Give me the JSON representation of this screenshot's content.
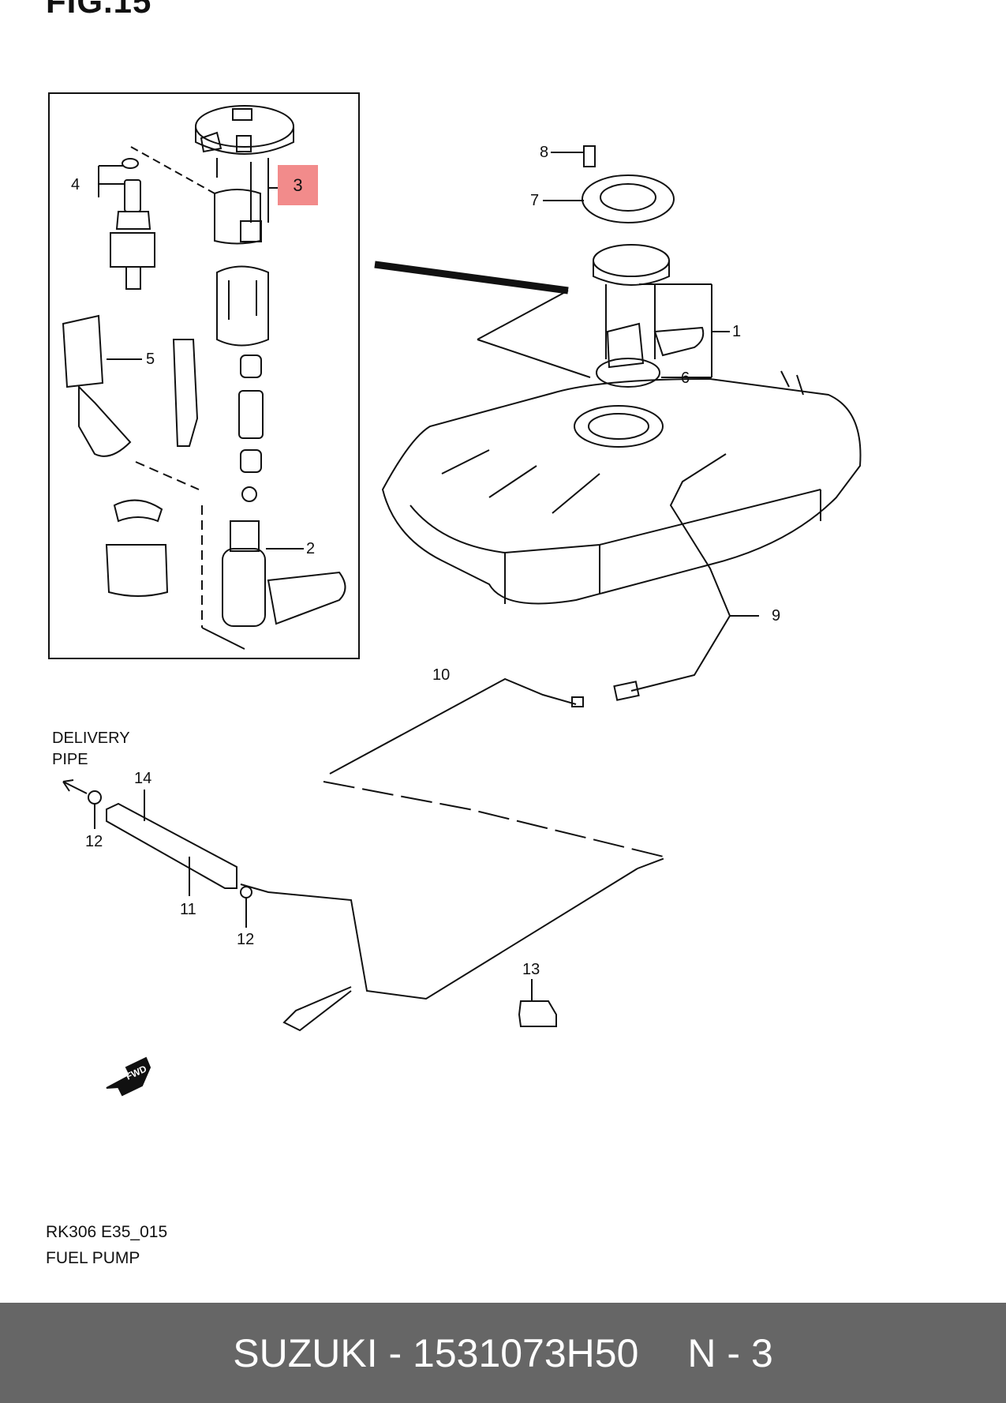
{
  "figure_title": "FIG.15",
  "callouts": {
    "c1": "1",
    "c2": "2",
    "c3": "3",
    "c4": "4",
    "c5": "5",
    "c6": "6",
    "c7": "7",
    "c8": "8",
    "c9": "9",
    "c10": "10",
    "c11": "11",
    "c12a": "12",
    "c12b": "12",
    "c13": "13",
    "c14": "14"
  },
  "delivery_pipe": {
    "line1": "DELIVERY",
    "line2": "PIPE"
  },
  "fwd_label": "FWD",
  "highlight_color": "#f28b8b",
  "diagram_code": "RK306 E35_015",
  "diagram_name": "FUEL PUMP",
  "footer": {
    "brand_part": "SUZUKI - 1531073H50",
    "ref": "N - 3",
    "bg_color": "#666666"
  }
}
